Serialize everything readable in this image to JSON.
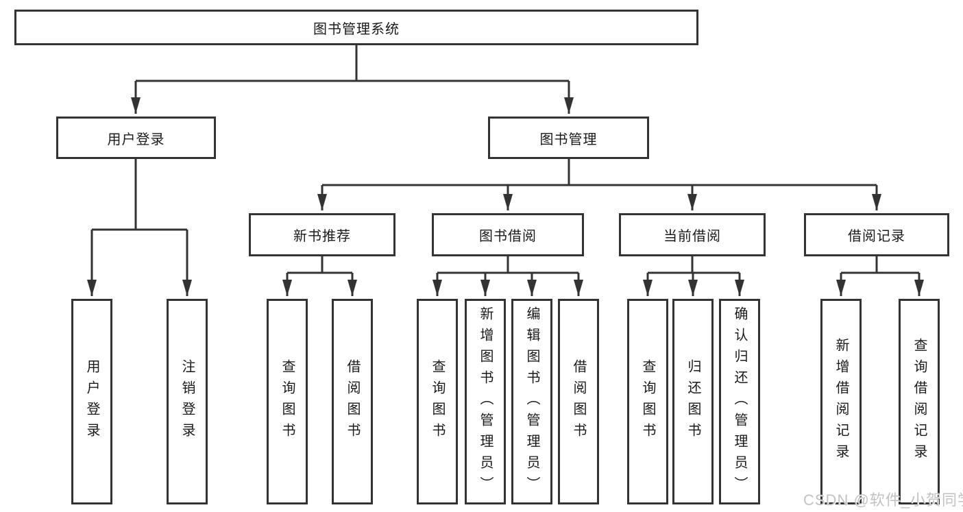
{
  "colors": {
    "line": "#333333",
    "text": "#1a1a1a",
    "bg": "#ffffff",
    "watermark": "#c2c2c2"
  },
  "tree": {
    "root": {
      "label": "图书管理系统"
    },
    "children": [
      {
        "label": "用户登录",
        "children": [
          {
            "label": "用户登录"
          },
          {
            "label": "注销登录"
          }
        ]
      },
      {
        "label": "图书管理",
        "children": [
          {
            "label": "新书推荐",
            "children": [
              {
                "label": "查询图书"
              },
              {
                "label": "借阅图书"
              }
            ]
          },
          {
            "label": "图书借阅",
            "children": [
              {
                "label": "查询图书"
              },
              {
                "label": "新增图书（管理员）"
              },
              {
                "label": "编辑图书（管理员）"
              },
              {
                "label": "借阅图书"
              }
            ]
          },
          {
            "label": "当前借阅",
            "children": [
              {
                "label": "查询图书"
              },
              {
                "label": "归还图书"
              },
              {
                "label": "确认归还（管理员）"
              }
            ]
          },
          {
            "label": "借阅记录",
            "children": [
              {
                "label": "新增借阅记录"
              },
              {
                "label": "查询借阅记录"
              }
            ]
          }
        ]
      }
    ]
  },
  "watermark": "CSDN @软件_小贺同学"
}
